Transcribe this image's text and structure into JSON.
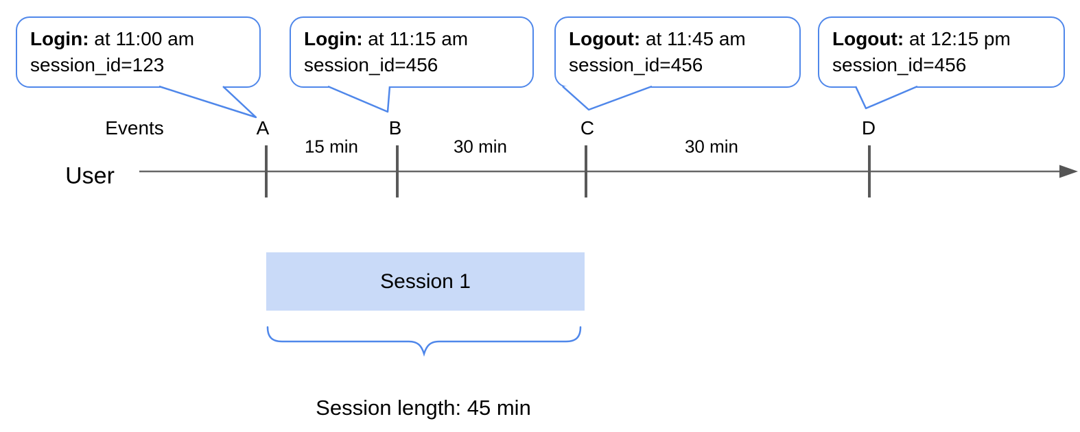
{
  "colors": {
    "accent_blue": "#4f87ea",
    "session_fill": "#c9daf8",
    "timeline_gray": "#666666",
    "tick_gray": "#595959",
    "text": "#000000"
  },
  "callouts": [
    {
      "event_type": "Login:",
      "time_text": " at 11:00 am",
      "session_text": "session_id=123",
      "points_to": "A"
    },
    {
      "event_type": "Login:",
      "time_text": " at 11:15 am",
      "session_text": "session_id=456",
      "points_to": "B"
    },
    {
      "event_type": "Logout:",
      "time_text": " at 11:45 am",
      "session_text": "session_id=456",
      "points_to": "C"
    },
    {
      "event_type": "Logout:",
      "time_text": " at 12:15 pm",
      "session_text": "session_id=456",
      "points_to": "D"
    }
  ],
  "timeline": {
    "events_label": "Events",
    "user_label": "User",
    "markers": [
      "A",
      "B",
      "C",
      "D"
    ],
    "intervals": [
      "15 min",
      "30 min",
      "30 min"
    ]
  },
  "session": {
    "label": "Session 1",
    "caption": "Session length: 45 min"
  }
}
